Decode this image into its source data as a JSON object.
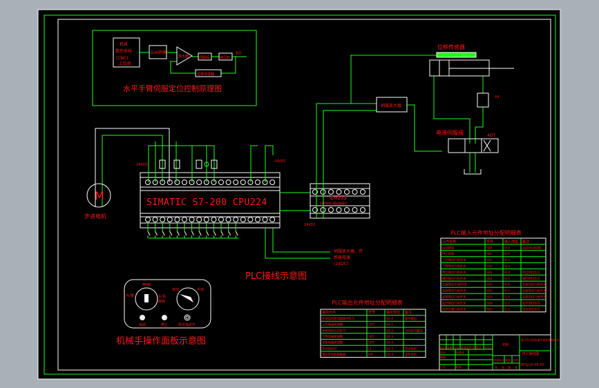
{
  "servo_diagram": {
    "title": "水平手臂伺服定位控制原理图",
    "cnc_block": [
      "机床",
      "数控系统",
      "(CNC)",
      "上位机"
    ],
    "da_block": "D/A转换",
    "amp_block": "放大器",
    "valve_block": "伺服阀",
    "cylinder_block": "液压缸",
    "feedback_block": "位移传感器",
    "output_label": "X0"
  },
  "plc": {
    "model_label": "SIMATIC S7-200 CPU224",
    "module_label": "EM235",
    "module_sub": "SIEMENS 模拟量模块",
    "supply_24v_left": "24VDC",
    "supply_24v_right": "24VDC",
    "supply_24v_bottom": "24VDC",
    "supply_note": [
      "伺服放大器、传",
      "感器电源",
      "(24DC)"
    ],
    "title": "PLC接线示意图"
  },
  "motor": {
    "symbol": "M",
    "label": "步进电机"
  },
  "hydraulic": {
    "sensor_label": "位移传感器",
    "amp_label": "伺服放大器",
    "valve_label": "电液伺服阀",
    "solenoid_label": "4DT",
    "throttle_label": "V4"
  },
  "panel": {
    "title": "机械手操作面板示意图",
    "switch1_top": "伸/缩",
    "switch1_left": "升/降",
    "switch1_right": "左/右",
    "switch1_right2": "旋转",
    "switch2_left": "自动",
    "switch2_right": "手动",
    "start": "启动",
    "stop": "停止",
    "home_lamp": "原点指示灯"
  },
  "input_table": {
    "title": "PLC输入元件地址分配明细表",
    "headers": [
      "元件名称",
      "符号",
      "输入地址",
      "备注"
    ],
    "rows": [
      [
        "启动按钮",
        "SB0",
        "I0.0",
        "自动/手动切换"
      ],
      [
        "停止按钮",
        "SB1",
        "I0.1",
        ""
      ],
      [
        "上升限位行程开关",
        "SQ1",
        "I0.2",
        ""
      ],
      [
        "下降限位行程开关",
        "SQ2",
        "I0.3",
        ""
      ],
      [
        "伸出限位行程开关",
        "SB2",
        "I0.4",
        "伸出到位信号"
      ],
      [
        "缩回限位行程开关",
        "SB3",
        "I0.5",
        "缩回到位信号"
      ],
      [
        "左旋限位/行程开关",
        "SQ1",
        "I0.6",
        "左旋到位行程开关"
      ],
      [
        "右旋限位行程开关",
        "SQ2",
        "I0.7",
        "右旋到位行程开关"
      ],
      [
        "夹紧限位行程开关",
        "SQ3",
        "I1.0",
        "夹紧到位行程开关"
      ],
      [
        "松开限位行程开关",
        "SQ4",
        "I1.1",
        "松开到位信号"
      ],
      [
        "原点位置行程开关",
        "SQ5",
        "I1.2",
        "原点到位信号"
      ]
    ]
  },
  "output_table": {
    "title": "PLC输出元件地址分配明细表",
    "headers": [
      "输出元件",
      "符号",
      "输出地址",
      "备注"
    ],
    "rows": [
      [
        "步进电机驱动器脉冲信号",
        "",
        "Q0.0",
        "脉冲输出"
      ],
      [
        "上升电磁阀线圈",
        "2DT",
        "Q0.1",
        ""
      ],
      [
        "步进电机方向信号",
        "",
        "Q0.2",
        "方向信号输出"
      ],
      [
        "下降电磁阀线圈",
        "3DT",
        "Q0.3",
        ""
      ],
      [
        "夹紧电磁阀线圈",
        "5DT",
        "Q0.4",
        ""
      ],
      [
        "原点指示灯",
        "L1",
        "Q0.5",
        "原点指示"
      ],
      [
        "液压泵电机接触器",
        "KM",
        "Q0.6",
        "油泵电机"
      ]
    ]
  },
  "title_block": {
    "name": "材料",
    "project": "基于PLC的机械手控制系统设计",
    "drawing": "PLC接线图",
    "code": "BYSJ-JX-06-00",
    "labels": [
      "标记",
      "处数",
      "分区",
      "更改文件号",
      "签名",
      "年月日",
      "设计",
      "标准化",
      "审核",
      "工艺",
      "批准",
      "阶段标记",
      "重量",
      "比例",
      "共",
      "张",
      "第",
      "张"
    ]
  },
  "colors": {
    "text": "#ff1a1a",
    "wire": "#1bff1b",
    "outline": "#ffffff",
    "background": "#000000"
  }
}
